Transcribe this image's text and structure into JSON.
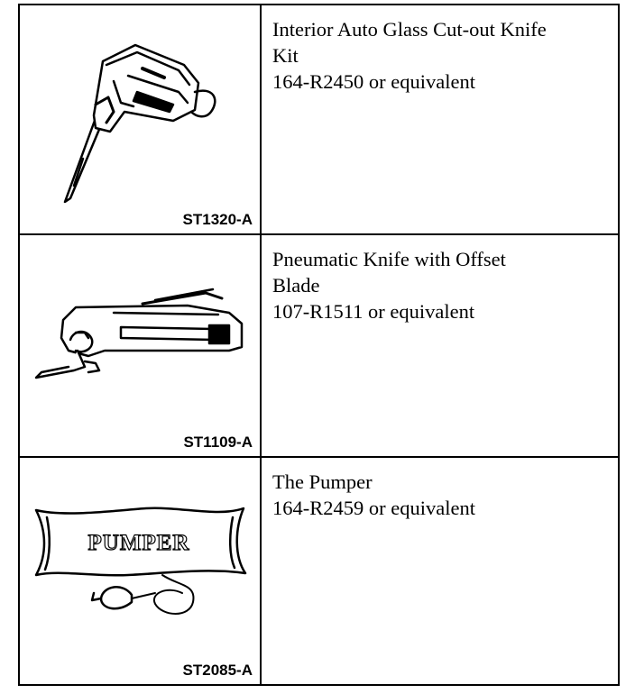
{
  "tools": [
    {
      "name_line1": "Interior Auto Glass Cut-out Knife",
      "name_line2": "Kit",
      "part": "164-R2450 or equivalent",
      "figure_code": "ST1320-A",
      "icon": "glass-cutout-knife-icon"
    },
    {
      "name_line1": "Pneumatic Knife with Offset",
      "name_line2": "Blade",
      "part": "107-R1511 or equivalent",
      "figure_code": "ST1109-A",
      "icon": "pneumatic-knife-icon"
    },
    {
      "name_line1": "The Pumper",
      "name_line2": "",
      "part": "164-R2459 or equivalent",
      "figure_code": "ST2085-A",
      "icon": "pumper-icon",
      "bag_label": "PUMPER"
    }
  ]
}
